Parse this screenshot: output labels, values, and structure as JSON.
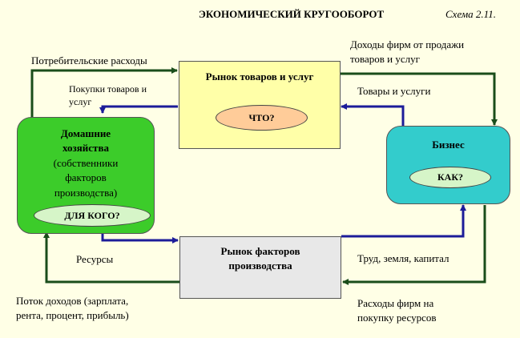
{
  "title": "ЭКОНОМИЧЕСКИЙ КРУГООБОРОТ",
  "scheme_label": "Схема 2.11.",
  "nodes": {
    "goods_market": {
      "label": "Рынок товаров и услуг",
      "question": "ЧТО?"
    },
    "households": {
      "label_line1": "Домашние",
      "label_line2": "хозяйства",
      "sub_line1": "(собственники",
      "sub_line2": "факторов",
      "sub_line3": "производства)",
      "question": "ДЛЯ КОГО?"
    },
    "business": {
      "label": "Бизнес",
      "question": "КАК?"
    },
    "factors_market": {
      "label_line1": "Рынок факторов",
      "label_line2": "производства"
    }
  },
  "flows": {
    "consumer_spending": "Потребительские расходы",
    "purchases_line1": "Покупки товаров и",
    "purchases_line2": "услуг",
    "firm_revenue_line1": "Доходы фирм от продажи",
    "firm_revenue_line2": "товаров и услуг",
    "goods_services": "Товары и услуги",
    "resources": "Ресурсы",
    "labor_land_capital": "Труд, земля, капитал",
    "income_line1": "Поток доходов (зарплата,",
    "income_line2": "рента, процент, прибыль)",
    "firm_costs_line1": "Расходы фирм на",
    "firm_costs_line2": "покупку ресурсов"
  },
  "colors": {
    "money_flow": "#1a4d1a",
    "goods_flow": "#1c1c99",
    "goods_market_fill": "#ffffa8",
    "households_fill": "#3ccc2a",
    "business_fill": "#33cccc",
    "factors_market_fill": "#e8e8e8",
    "question_what_fill": "#ffcc99",
    "question_oval_fill": "#d6f5c8"
  }
}
